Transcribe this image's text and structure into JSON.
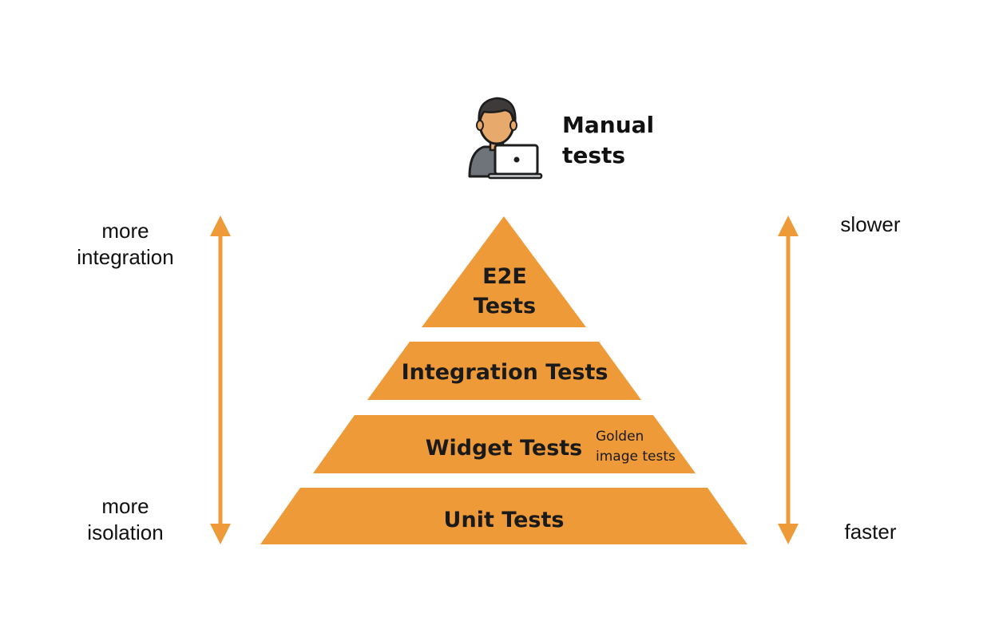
{
  "colors": {
    "accent": "#EF9A38",
    "text": "#111111",
    "background": "#FFFFFF",
    "skin": "#E8A96C",
    "hair": "#3E3A39",
    "shirt": "#6E7479"
  },
  "manual": {
    "icon": "person-with-laptop-icon",
    "line1": "Manual",
    "line2": "tests"
  },
  "left_axis": {
    "top_line1": "more",
    "top_line2": "integration",
    "bottom_line1": "more",
    "bottom_line2": "isolation"
  },
  "right_axis": {
    "top": "slower",
    "bottom": "faster"
  },
  "pyramid": {
    "e2e_line1": "E2E",
    "e2e_line2": "Tests",
    "integration": "Integration Tests",
    "widget": "Widget Tests",
    "golden_line1": "Golden",
    "golden_line2": "image tests",
    "unit": "Unit Tests"
  }
}
